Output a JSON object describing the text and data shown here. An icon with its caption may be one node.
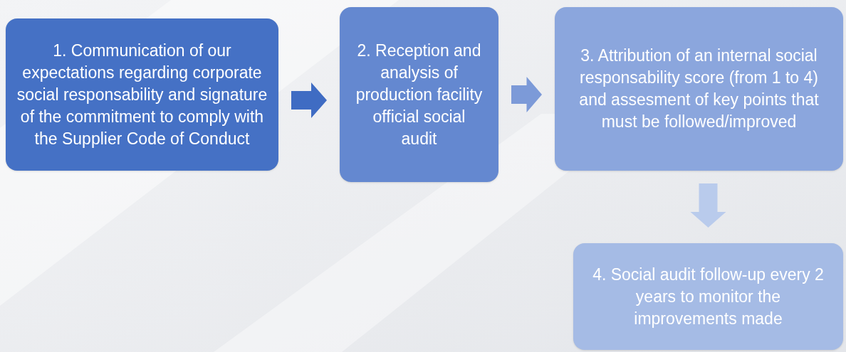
{
  "diagram": {
    "nodes": [
      {
        "text": [
          "1. Communication of our expectations regarding corporate social responsability and signature of the commitment to comply with the Supplier Code of Conduct"
        ]
      },
      {
        "text": [
          "2. Reception and analysis of production facility official social audit"
        ]
      },
      {
        "text": [
          "3. Attribution of an internal social responsability score (from 1 to 4) and assesment of key points that must be followed/improved"
        ]
      },
      {
        "text": [
          "4. Social audit follow-up every 2 years to monitor the improvements made"
        ]
      }
    ],
    "edges": [
      {
        "from": 0,
        "to": 1,
        "arrow": "to",
        "color": "#3f6cc3"
      },
      {
        "from": 1,
        "to": 2,
        "arrow": "to",
        "color": "#7c9ad8"
      },
      {
        "from": 2,
        "to": 3,
        "arrow": "to",
        "color": "#b9cbec"
      }
    ]
  }
}
